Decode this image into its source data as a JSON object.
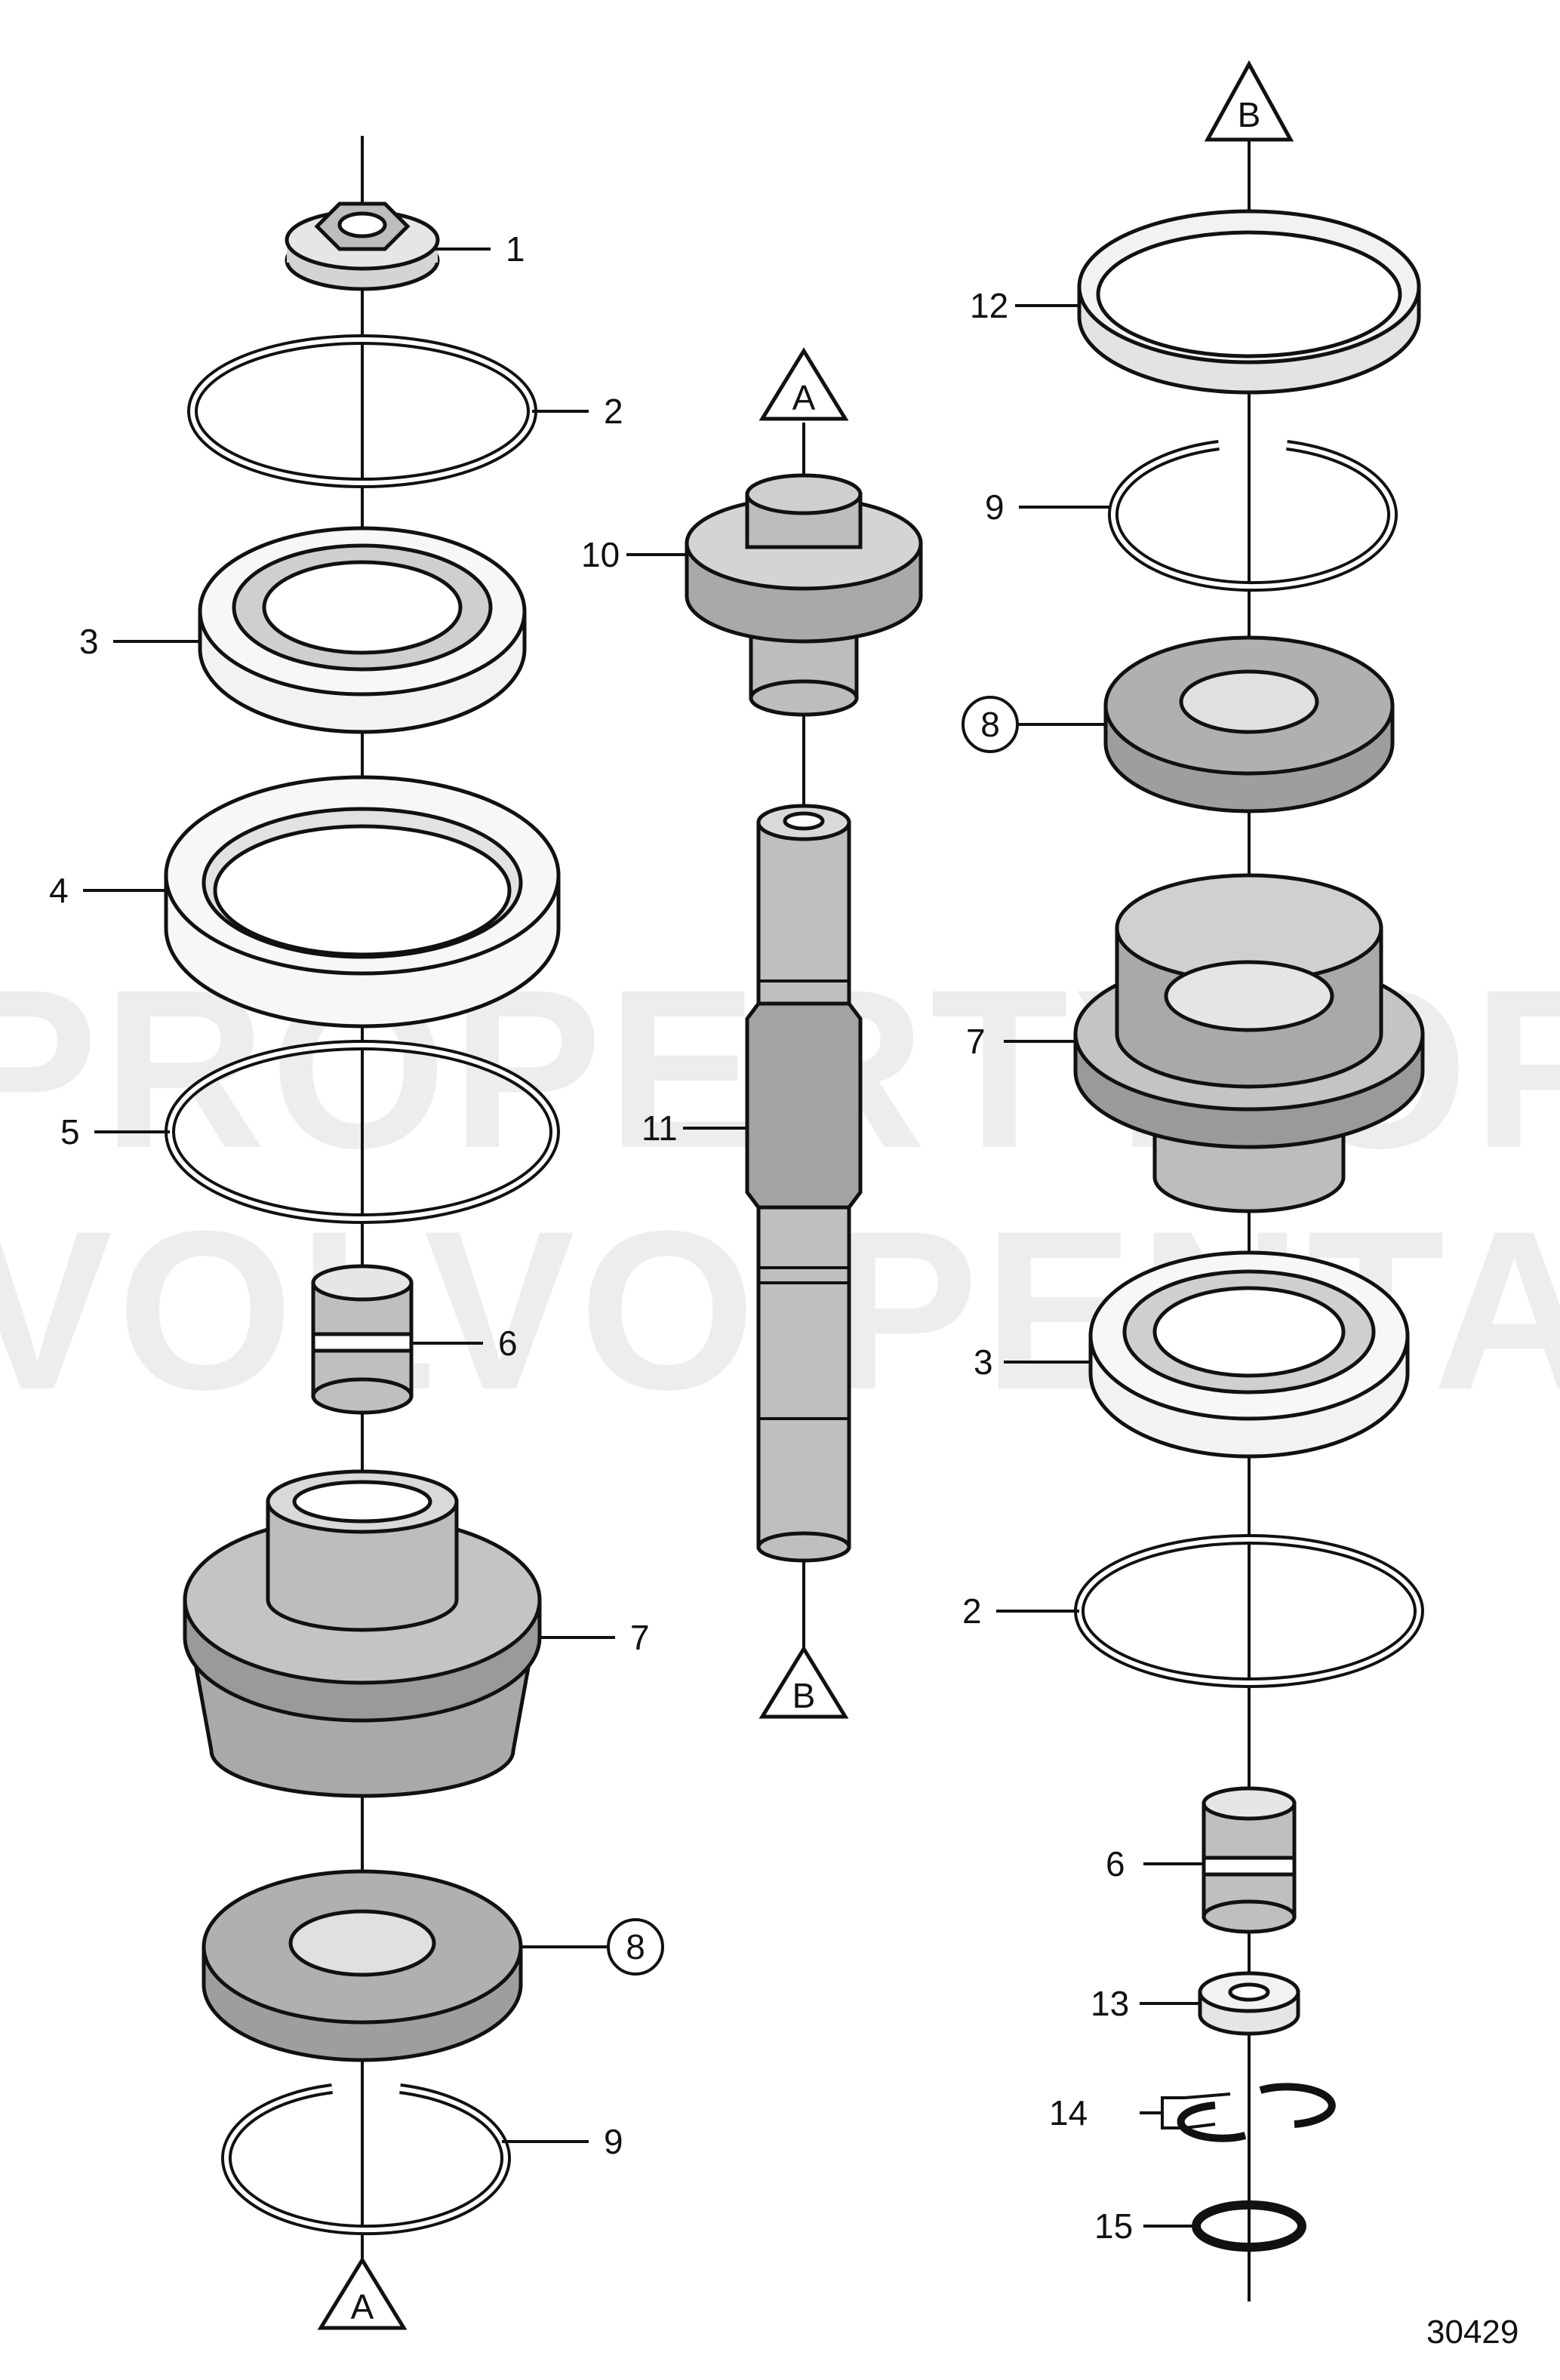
{
  "watermark": {
    "line1": "PROPERTY OF",
    "line2": "VOLVO PENTA"
  },
  "drawing_number": "30429",
  "connectors": {
    "A": "A",
    "B": "B"
  },
  "labels": {
    "l1": "1",
    "l2": "2",
    "l3": "3",
    "l4": "4",
    "l5": "5",
    "l6": "6",
    "l7": "7",
    "l8": "8",
    "l9": "9",
    "l10": "10",
    "l11": "11",
    "r12": "12",
    "r9": "9",
    "r8": "8",
    "r7": "7",
    "r3": "3",
    "r2": "2",
    "r6": "6",
    "r13": "13",
    "r14": "14",
    "r15": "15"
  }
}
